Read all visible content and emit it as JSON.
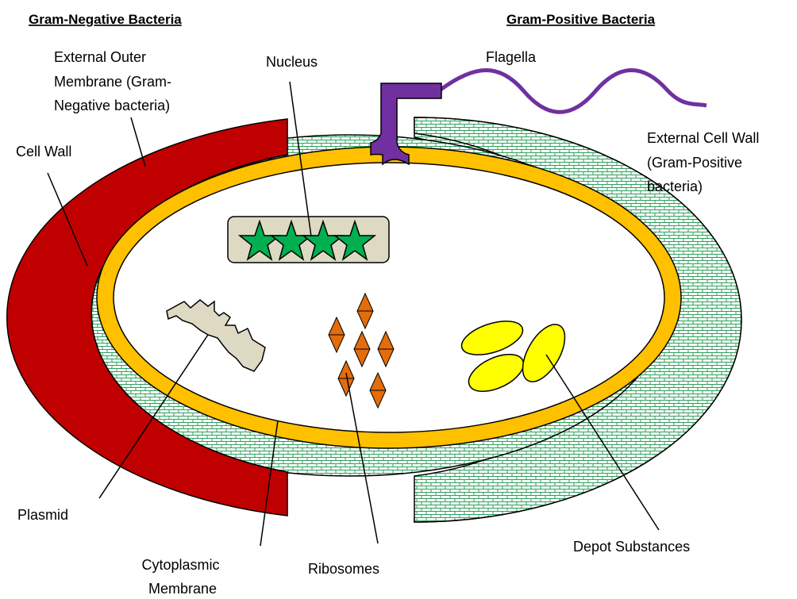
{
  "headers": {
    "gram_negative": "Gram-Negative Bacteria",
    "gram_positive": "Gram-Positive Bacteria"
  },
  "labels": {
    "outer_membrane": [
      "External Outer",
      "Membrane (Gram-",
      "Negative bacteria)"
    ],
    "nucleus": "Nucleus",
    "flagella": "Flagella",
    "external_cell_wall": [
      "External Cell Wall",
      "(Gram-Positive",
      "bacteria)"
    ],
    "cell_wall": "Cell Wall",
    "plasmid": "Plasmid",
    "cytoplasmic_membrane": [
      "Cytoplasmic",
      "Membrane"
    ],
    "ribosomes": "Ribosomes",
    "depot_substances": "Depot Substances"
  },
  "colors": {
    "outer_membrane": "#c00000",
    "cell_wall_fill": "#ffffff",
    "cell_wall_pattern": "#2ca05a",
    "cytoplasmic_membrane": "#ffc000",
    "flagella": "#7030a0",
    "ribosomes": "#e46c0a",
    "depot_substances": "#ffff00",
    "nucleus_box": "#ddd9c3",
    "nucleus_stars": "#00b050",
    "plasmid": "#ddd9c3"
  }
}
